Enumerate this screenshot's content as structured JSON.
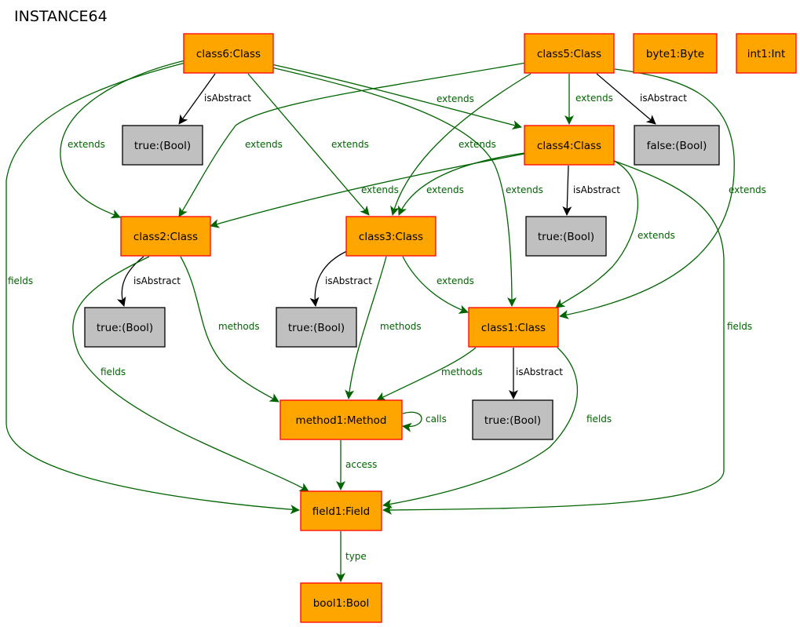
{
  "title": "INSTANCE64",
  "colors": {
    "object_fill": "#FFA500",
    "object_stroke": "#FF0000",
    "value_fill": "#C0C0C0",
    "value_stroke": "#000000",
    "link_color": "#006400",
    "attr_color": "#000000"
  },
  "nodes": [
    {
      "id": "class6",
      "label": "class6:Class",
      "kind": "object"
    },
    {
      "id": "class5",
      "label": "class5:Class",
      "kind": "object"
    },
    {
      "id": "byte1",
      "label": "byte1:Byte",
      "kind": "object"
    },
    {
      "id": "int1",
      "label": "int1:Int",
      "kind": "object"
    },
    {
      "id": "true6",
      "label": "true:(Bool)",
      "kind": "value"
    },
    {
      "id": "class4",
      "label": "class4:Class",
      "kind": "object"
    },
    {
      "id": "false5",
      "label": "false:(Bool)",
      "kind": "value"
    },
    {
      "id": "class2",
      "label": "class2:Class",
      "kind": "object"
    },
    {
      "id": "class3",
      "label": "class3:Class",
      "kind": "object"
    },
    {
      "id": "true4",
      "label": "true:(Bool)",
      "kind": "value"
    },
    {
      "id": "true2",
      "label": "true:(Bool)",
      "kind": "value"
    },
    {
      "id": "true3",
      "label": "true:(Bool)",
      "kind": "value"
    },
    {
      "id": "class1",
      "label": "class1:Class",
      "kind": "object"
    },
    {
      "id": "method1",
      "label": "method1:Method",
      "kind": "object"
    },
    {
      "id": "true1",
      "label": "true:(Bool)",
      "kind": "value"
    },
    {
      "id": "field1",
      "label": "field1:Field",
      "kind": "object"
    },
    {
      "id": "bool1",
      "label": "bool1:Bool",
      "kind": "object"
    }
  ],
  "edges": [
    {
      "from": "class6",
      "to": "true6",
      "label": "isAbstract",
      "kind": "attr"
    },
    {
      "from": "class6",
      "to": "class2",
      "label": "extends",
      "kind": "link"
    },
    {
      "from": "class6",
      "to": "class3",
      "label": "extends",
      "kind": "link"
    },
    {
      "from": "class6",
      "to": "class4",
      "label": "extends",
      "kind": "link"
    },
    {
      "from": "class6",
      "to": "class1",
      "label": "extends",
      "kind": "link"
    },
    {
      "from": "class6",
      "to": "field1",
      "label": "fields",
      "kind": "link"
    },
    {
      "from": "class5",
      "to": "class4",
      "label": "extends",
      "kind": "link"
    },
    {
      "from": "class5",
      "to": "false5",
      "label": "isAbstract",
      "kind": "attr"
    },
    {
      "from": "class5",
      "to": "class2",
      "label": "extends",
      "kind": "link"
    },
    {
      "from": "class5",
      "to": "class3",
      "label": "extends",
      "kind": "link"
    },
    {
      "from": "class5",
      "to": "class1",
      "label": "extends",
      "kind": "link"
    },
    {
      "from": "class4",
      "to": "true4",
      "label": "isAbstract",
      "kind": "attr"
    },
    {
      "from": "class4",
      "to": "class2",
      "label": "extends",
      "kind": "link"
    },
    {
      "from": "class4",
      "to": "class3",
      "label": "extends",
      "kind": "link"
    },
    {
      "from": "class4",
      "to": "class1",
      "label": "extends",
      "kind": "link"
    },
    {
      "from": "class4",
      "to": "field1",
      "label": "fields",
      "kind": "link"
    },
    {
      "from": "class2",
      "to": "true2",
      "label": "isAbstract",
      "kind": "attr"
    },
    {
      "from": "class2",
      "to": "method1",
      "label": "methods",
      "kind": "link"
    },
    {
      "from": "class2",
      "to": "field1",
      "label": "fields",
      "kind": "link"
    },
    {
      "from": "class3",
      "to": "true3",
      "label": "isAbstract",
      "kind": "attr"
    },
    {
      "from": "class3",
      "to": "method1",
      "label": "methods",
      "kind": "link"
    },
    {
      "from": "class3",
      "to": "class1",
      "label": "extends",
      "kind": "link"
    },
    {
      "from": "class1",
      "to": "true1",
      "label": "isAbstract",
      "kind": "attr"
    },
    {
      "from": "class1",
      "to": "method1",
      "label": "methods",
      "kind": "link"
    },
    {
      "from": "class1",
      "to": "field1",
      "label": "fields",
      "kind": "link"
    },
    {
      "from": "method1",
      "to": "method1",
      "label": "calls",
      "kind": "link"
    },
    {
      "from": "method1",
      "to": "field1",
      "label": "access",
      "kind": "link"
    },
    {
      "from": "field1",
      "to": "bool1",
      "label": "type",
      "kind": "link"
    }
  ]
}
